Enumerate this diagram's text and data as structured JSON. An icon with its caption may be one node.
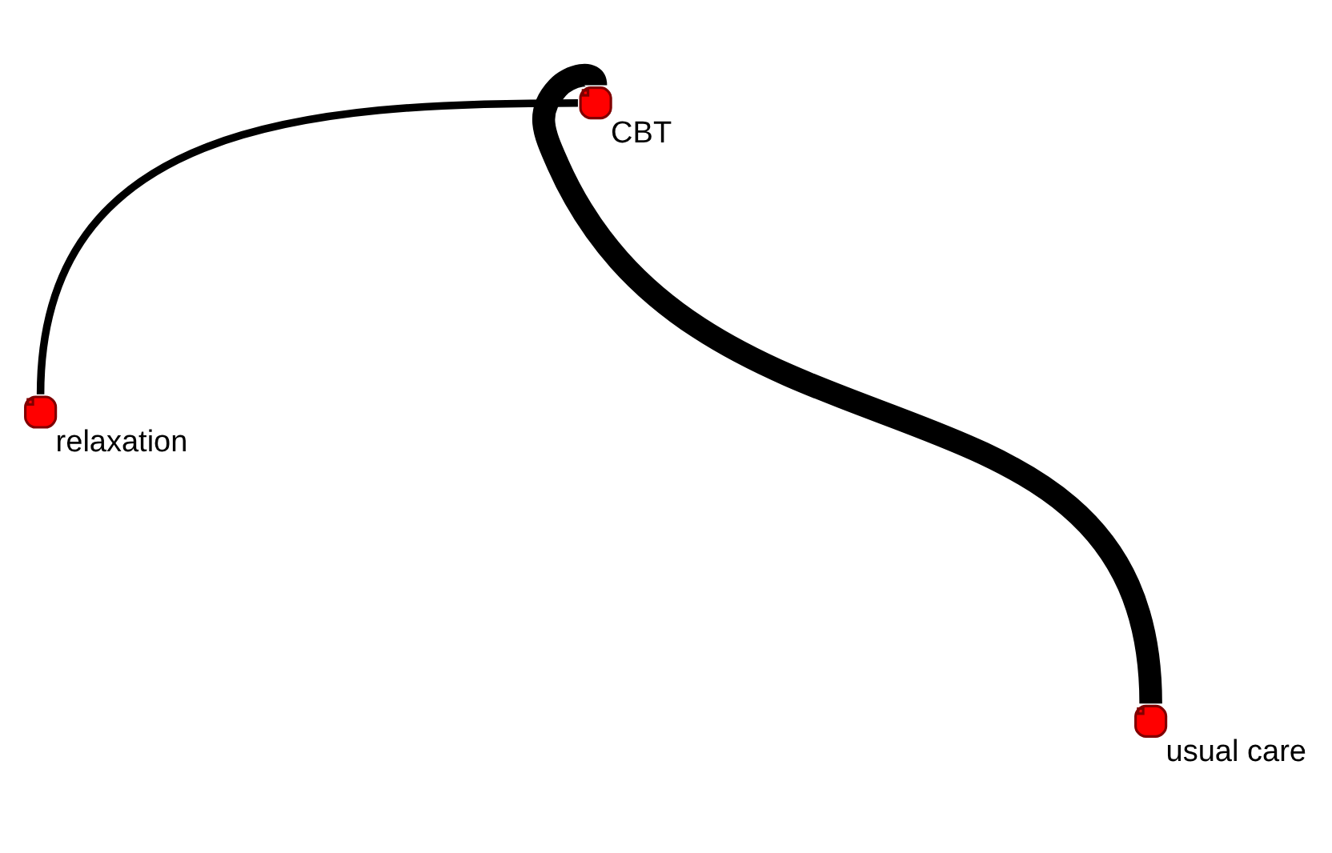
{
  "diagram": {
    "nodes": [
      {
        "text": [],
        "shape": "circle",
        "beside": [
          "CBT"
        ]
      },
      {
        "text": [],
        "shape": "circle",
        "beside": [
          "relaxation"
        ]
      },
      {
        "text": [],
        "shape": "circle",
        "beside": [
          "usual care"
        ]
      }
    ],
    "edges": [
      {
        "from": 0,
        "to": 1,
        "arrow": "none"
      },
      {
        "from": 0,
        "to": 2,
        "arrow": "none",
        "style": "thick"
      }
    ]
  }
}
